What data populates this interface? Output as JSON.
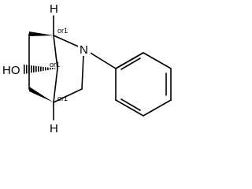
{
  "molecule": {
    "atom_labels": {
      "h_top": "H",
      "nitrogen": "N",
      "hydroxyl": "HO",
      "h_bottom": "H"
    },
    "stereo_labels": {
      "c1": "or1",
      "c7": "or1",
      "c4": "or1"
    }
  }
}
